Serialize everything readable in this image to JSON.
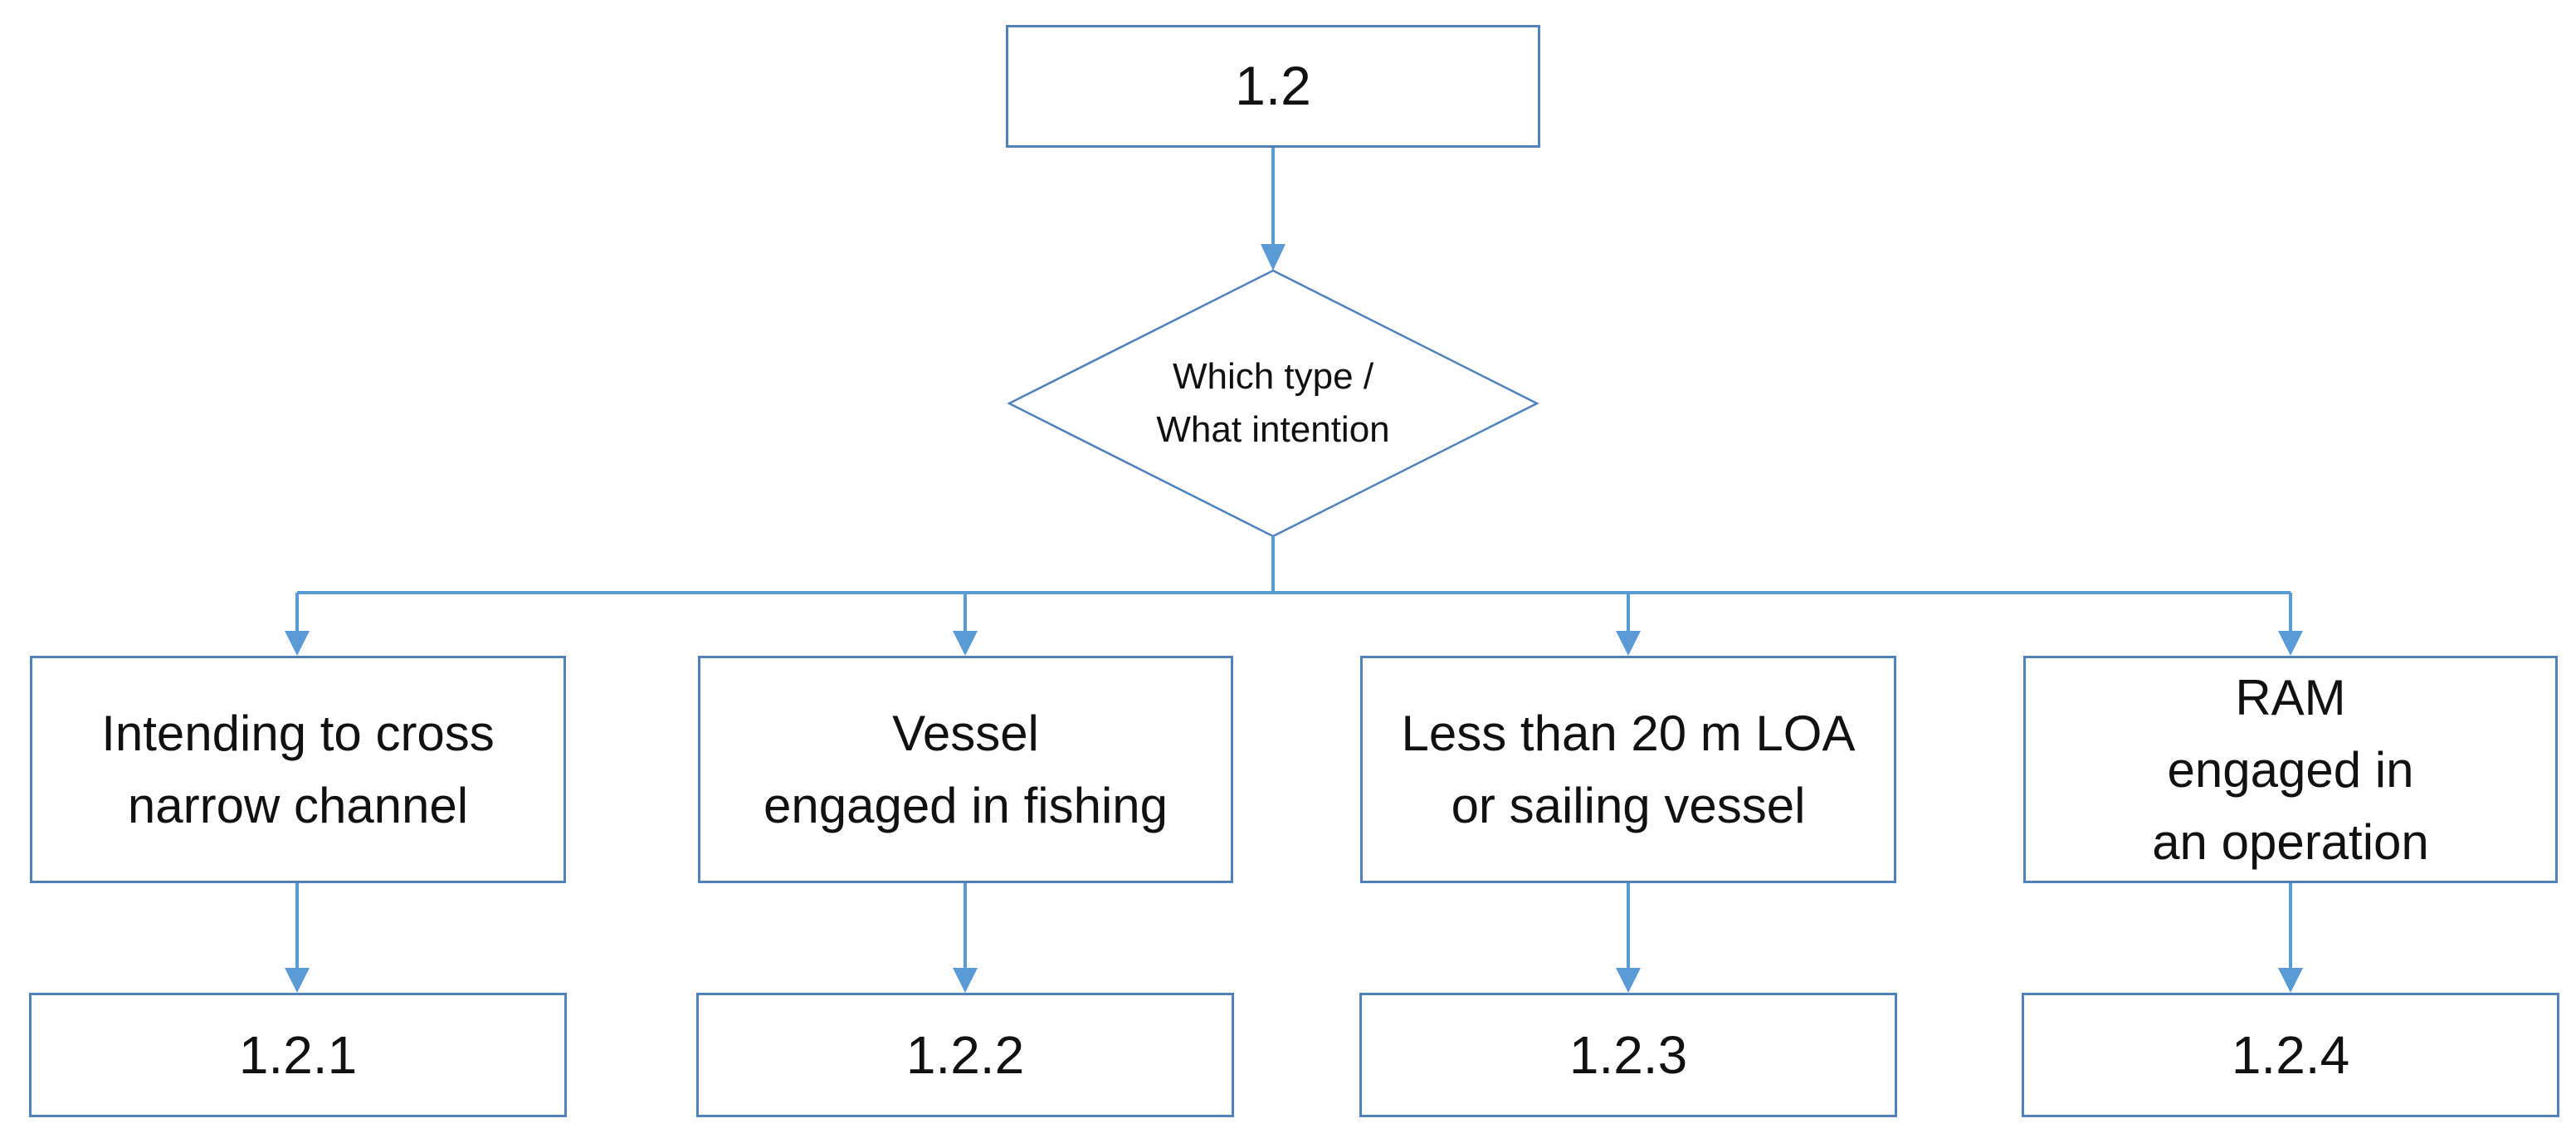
{
  "diagram": {
    "root": {
      "label": "1.2"
    },
    "decision": {
      "label": "Which type /\nWhat intention"
    },
    "branches": [
      {
        "condition": "Intending to cross\nnarrow channel",
        "result": "1.2.1"
      },
      {
        "condition": "Vessel\nengaged in fishing",
        "result": "1.2.2"
      },
      {
        "condition": "Less than 20 m LOA\nor sailing vessel",
        "result": "1.2.3"
      },
      {
        "condition": "RAM\nengaged in\nan operation",
        "result": "1.2.4"
      }
    ],
    "colors": {
      "shape_border": "#4f81bd",
      "connector": "#5b9bd5",
      "text": "#111111",
      "background": "#ffffff"
    }
  }
}
